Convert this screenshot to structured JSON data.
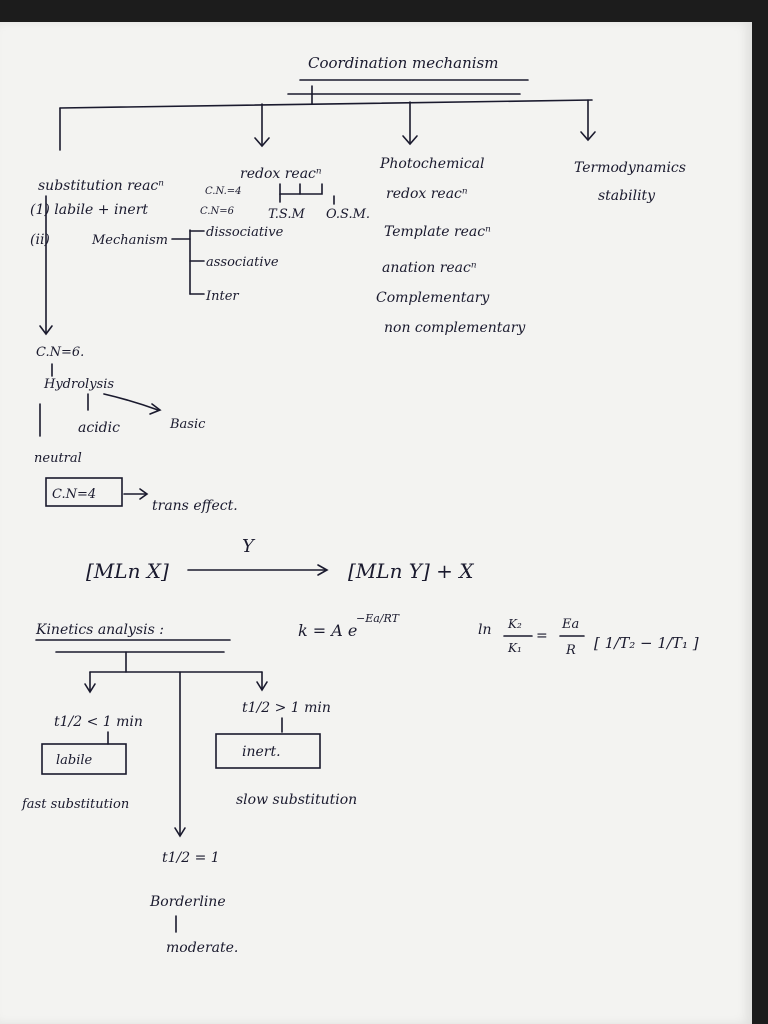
{
  "title": "Coordination mechanism",
  "branches": {
    "substitution": {
      "header": "substitution reacⁿ",
      "items": [
        "(1) labile + inert",
        "(ii)",
        "Mechanism"
      ],
      "mechanisms": [
        "dissociative",
        "associative",
        "Inter"
      ],
      "cn6": "C.N=6.",
      "hydrolysis": "Hydrolysis",
      "acidic": "acidic",
      "basic": "Basic",
      "neutral": "neutral",
      "cn4": "C.N=4",
      "trans_effect": "trans effect."
    },
    "redox": {
      "header": "redox reacⁿ",
      "cn4": "C.N.=4",
      "cn6": "C.N=6",
      "tsm": "T.S.M",
      "osm": "O.S.M."
    },
    "photochemical": {
      "header": "Photochemical",
      "items": [
        "redox reacⁿ",
        "Template reacⁿ",
        "anation reacⁿ",
        "Complementary",
        "non complementary"
      ]
    },
    "thermodynamic": {
      "header": "Termodynamics",
      "sub": "stability"
    }
  },
  "equation": {
    "left": "[MLn X]",
    "arrow_label": "Y",
    "right": "[MLn Y] + X"
  },
  "kinetics": {
    "heading": "Kinetics analysis :",
    "arrhenius": "k = A e",
    "arrhenius_exp": "−Ea/RT",
    "ln_part": "ln",
    "k2": "K₂",
    "k1": "K₁",
    "ea": "Ea",
    "r": "R",
    "bracket": "[ 1/T₂ − 1/T₁ ]",
    "labile_cond": "t1/2 < 1 min",
    "labile": "labile",
    "labile_desc": "fast substitution",
    "inert_cond": "t1/2 > 1 min",
    "inert": "inert.",
    "inert_desc": "slow substitution",
    "border_cond": "t1/2 = 1",
    "border": "Borderline",
    "moderate": "moderate."
  }
}
